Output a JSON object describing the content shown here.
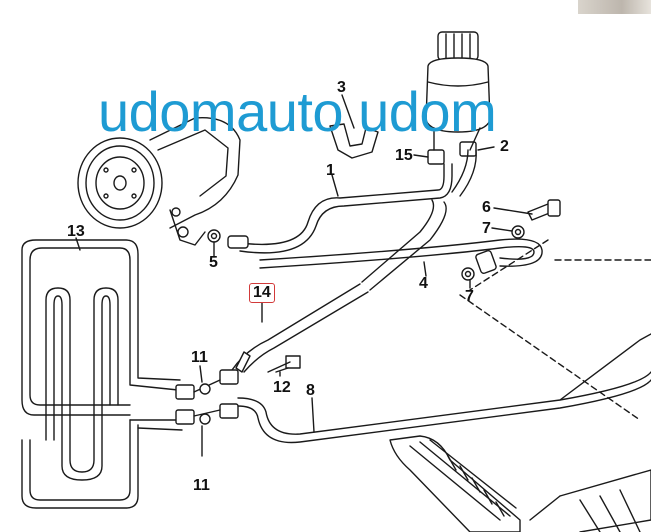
{
  "watermark": {
    "text": "udomauto udom",
    "color": "#1e9bd3"
  },
  "callouts": {
    "p1": "1",
    "p2": "2",
    "p3": "3",
    "p4": "4",
    "p5": "5",
    "p6": "6",
    "p7a": "7",
    "p7b": "7",
    "p8": "8",
    "p11a": "11",
    "p11b": "11",
    "p12": "12",
    "p13": "13",
    "p14": "14",
    "p15": "15"
  },
  "highlight": {
    "callout": "14",
    "color": "#d23a3a"
  }
}
